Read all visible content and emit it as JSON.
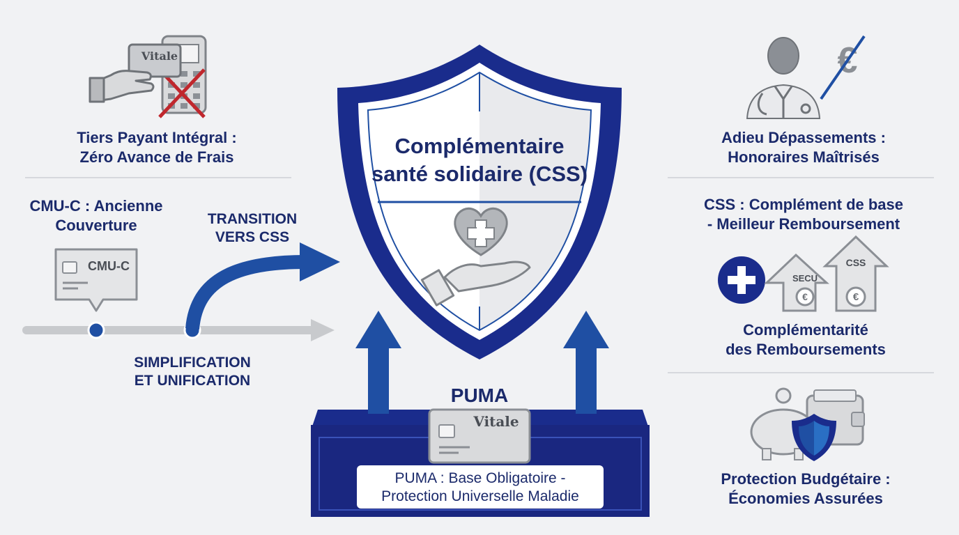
{
  "center": {
    "shield_title_line1": "Complémentaire",
    "shield_title_line2": "santé solidaire (CSS)",
    "base_heading": "PUMA",
    "base_card_text": "Vitale",
    "base_caption_line1": "PUMA : Base Obligatoire -",
    "base_caption_line2": "Protection Universelle Maladie"
  },
  "left": {
    "tiers_card_text": "Vitale",
    "tiers_line1": "Tiers Payant Intégral :",
    "tiers_line2": "Zéro Avance de Frais",
    "cmu_line1": "CMU-C : Ancienne",
    "cmu_line2": "Couverture",
    "cmu_card_text": "CMU-C",
    "transition_line1": "TRANSITION",
    "transition_line2": "VERS CSS",
    "simplification_line1": "SIMPLIFICATION",
    "simplification_line2": "ET UNIFICATION"
  },
  "right": {
    "depassements_line1": "Adieu Dépassements :",
    "depassements_line2": "Honoraires Maîtrisés",
    "css_base_line1": "CSS : Complément de base",
    "css_base_line2": "- Meilleur Remboursement",
    "arrow_secu_label": "SECU",
    "arrow_css_label": "CSS",
    "complementarite_line1": "Complémentarité",
    "complementarite_line2": "des Remboursements",
    "budget_line1": "Protection Budgétaire :",
    "budget_line2": "Économies Assurées"
  },
  "colors": {
    "navy": "#1b2a6b",
    "blue": "#1f4fa3",
    "red_cross": "#c0272d",
    "grey_icon": "#8b8f95"
  }
}
